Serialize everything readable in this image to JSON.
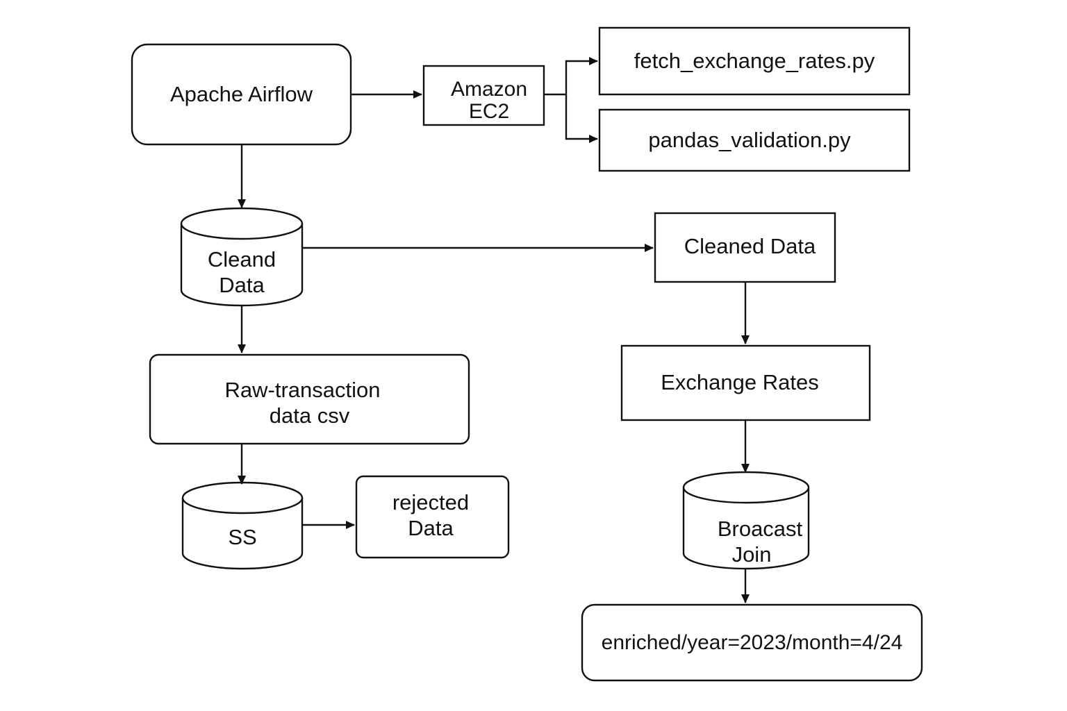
{
  "nodes": {
    "airflow": {
      "label": "Apache Airflow"
    },
    "ec2": {
      "line1": "Amazon",
      "line2": "EC2"
    },
    "fetch": {
      "label": "fetch_exchange_rates.py"
    },
    "pandas": {
      "label": "pandas_validation.py"
    },
    "cleand": {
      "line1": "Cleand",
      "line2": "Data"
    },
    "cleaned": {
      "label": "Cleaned Data"
    },
    "raw": {
      "line1": "Raw-transaction",
      "line2": "data csv"
    },
    "exchange": {
      "label": "Exchange Rates"
    },
    "ss": {
      "label": "SS"
    },
    "rejected": {
      "line1": "rejected",
      "line2": "Data"
    },
    "broadcast": {
      "line1": "Broacast",
      "line2": "Join"
    },
    "enriched": {
      "label": "enriched/year=2023/month=4/24"
    }
  },
  "colors": {
    "stroke": "#111111",
    "background": "#ffffff"
  }
}
